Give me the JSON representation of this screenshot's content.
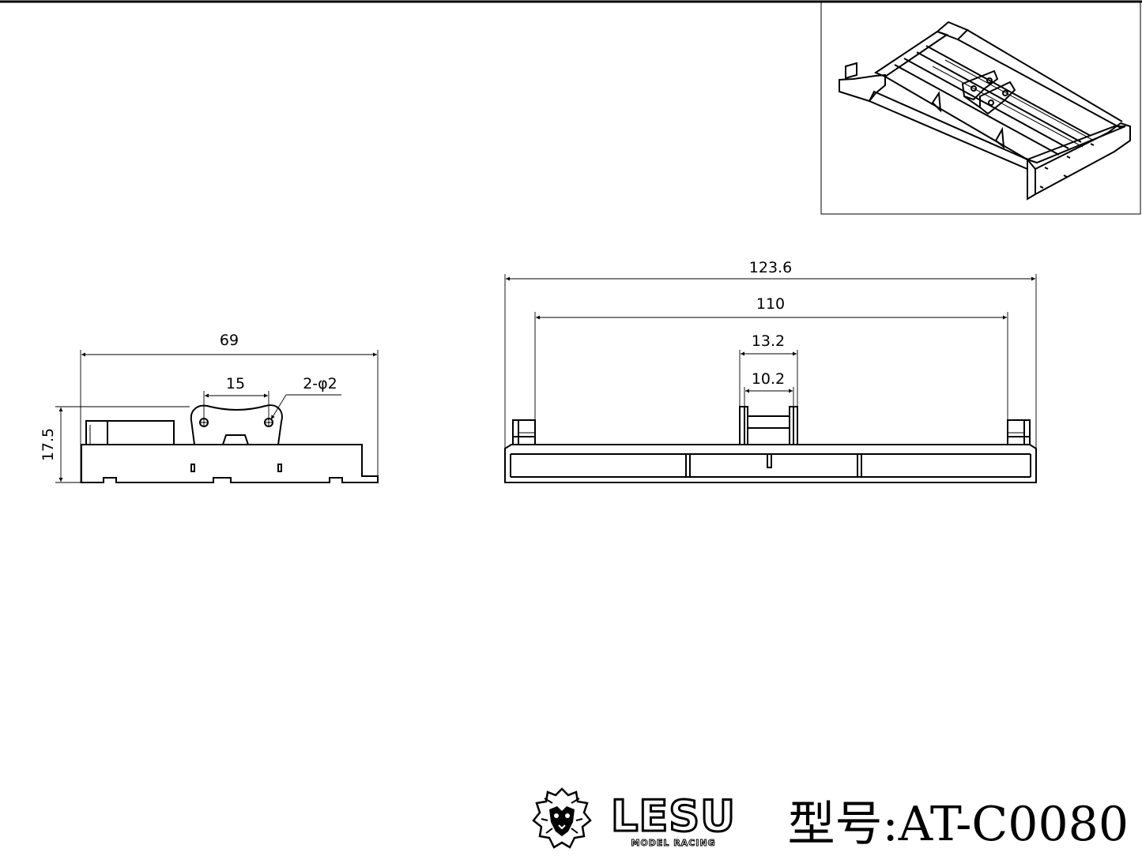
{
  "side_view": {
    "width_dim": "69",
    "hole_spacing_dim": "15",
    "hole_callout": "2-φ2",
    "height_dim": "17.5"
  },
  "front_view": {
    "overall_width_dim": "123.6",
    "inner_width_dim": "110",
    "plate_outer_dim": "13.2",
    "plate_inner_dim": "10.2"
  },
  "logo": {
    "brand_name": "LESU",
    "brand_sub": "MODEL RACING",
    "icon": "lion-head-icon"
  },
  "model_label": "型号:AT-C0080"
}
